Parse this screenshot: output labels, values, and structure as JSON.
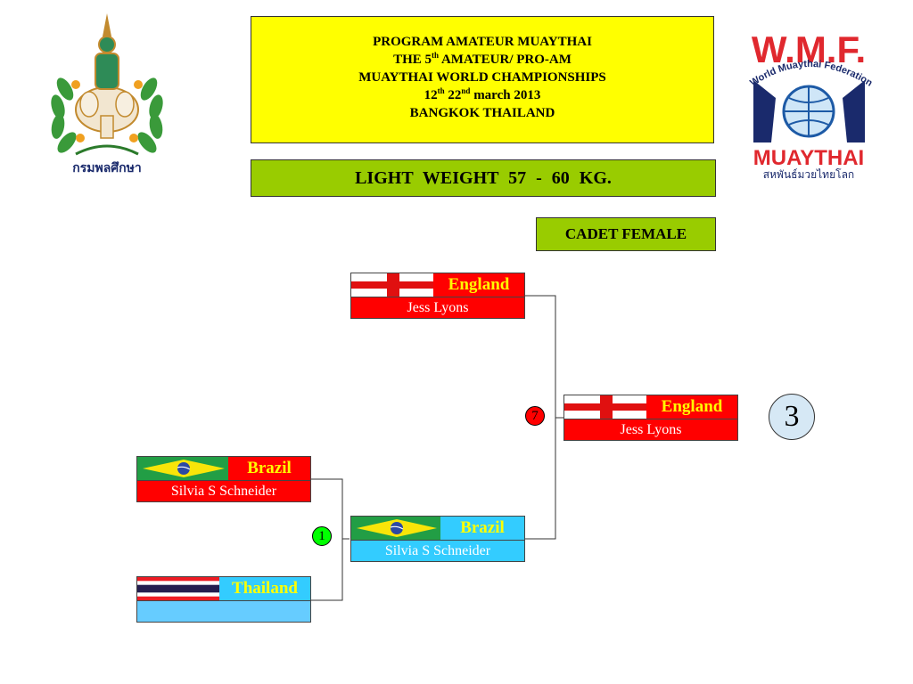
{
  "header": {
    "line1": "PROGRAM  AMATEUR  MUAYTHAI",
    "line2_pre": "THE 5",
    "line2_sup": "th",
    "line2_post": " AMATEUR/ PRO-AM",
    "line3": "MUAYTHAI WORLD CHAMPIONSHIPS",
    "line4_a": "12",
    "line4_a_sup": "th",
    "line4_b": " 22",
    "line4_b_sup": "nd",
    "line4_c": " march 2013",
    "line5": "BANGKOK  THAILAND"
  },
  "weight_class": "LIGHT   WEIGHT   57  -  60  KG.",
  "division": "CADET FEMALE",
  "logos": {
    "left_caption": "กรมพลศึกษา",
    "right_top": "W.M.F.",
    "right_arc": "World Muaythai Federation",
    "right_bottom": "MUAYTHAI",
    "right_thai": "สหพันธ์มวยไทยโลก"
  },
  "competitors": {
    "semi_top": {
      "country": "England",
      "name": "Jess Lyons",
      "flag": "england"
    },
    "q1_top": {
      "country": "Brazil",
      "name": "Silvia S Schneider",
      "flag": "brazil"
    },
    "q1_bottom": {
      "country": "Thailand",
      "name": "",
      "flag": "thailand"
    },
    "semi_bottom": {
      "country": "Brazil",
      "name": "Silvia S Schneider",
      "flag": "brazil"
    },
    "final": {
      "country": "England",
      "name": "Jess Lyons",
      "flag": "england"
    }
  },
  "bouts": {
    "bout1": "1",
    "bout7": "7"
  },
  "place": "3",
  "colors": {
    "title_bg": "#ffff00",
    "weight_bg": "#99cc00",
    "red_card": "#ff0000",
    "blue_card": "#33ccff",
    "bout1_fill": "#00ff00",
    "bout7_fill": "#ff0000"
  }
}
